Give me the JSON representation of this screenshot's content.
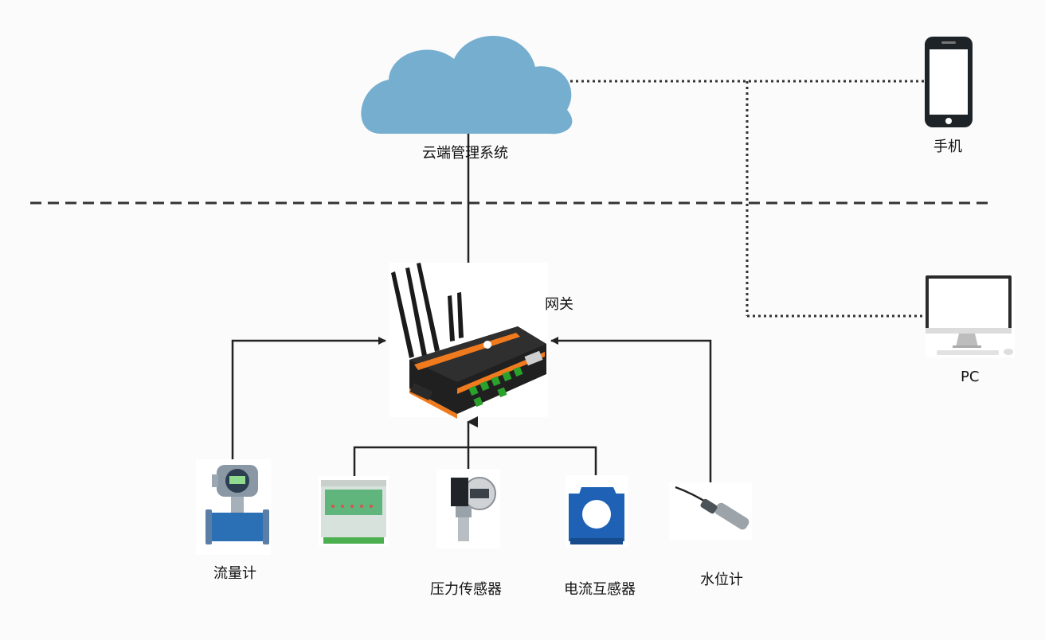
{
  "cloud": {
    "label": "云端管理系统",
    "color": "#76aed0"
  },
  "phone": {
    "label": "手机"
  },
  "pc": {
    "label": "PC"
  },
  "gateway": {
    "label": "网关",
    "accent": "#f07a1e",
    "port_color": "#2aa12a"
  },
  "devices": [
    {
      "id": "flowmeter",
      "label": "流量计"
    },
    {
      "id": "io-module",
      "label": ""
    },
    {
      "id": "pressure-sensor",
      "label": "压力传感器"
    },
    {
      "id": "current-transformer",
      "label": "电流互感器",
      "color": "#1f62b5"
    },
    {
      "id": "water-level-meter",
      "label": "水位计"
    }
  ]
}
